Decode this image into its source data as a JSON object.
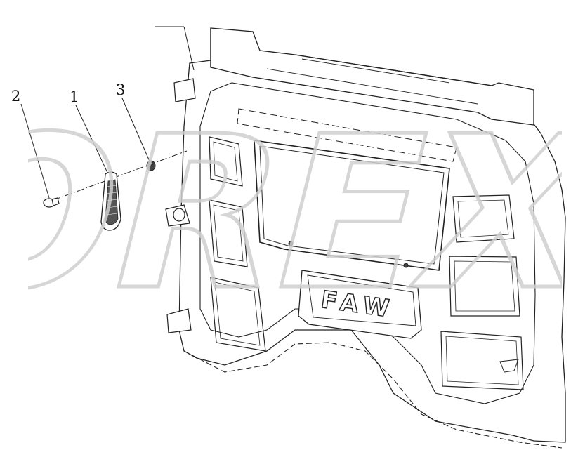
{
  "diagram": {
    "callouts": [
      {
        "id": "part-2",
        "label": "2"
      },
      {
        "id": "part-1",
        "label": "1"
      },
      {
        "id": "part-3",
        "label": "3"
      }
    ],
    "emblem_text": "FAW",
    "watermark_text": "OREX"
  },
  "colors": {
    "line": "#222222",
    "fill": "#ffffff",
    "watermark": "#d0d0d0",
    "part_dark": "#333333"
  }
}
